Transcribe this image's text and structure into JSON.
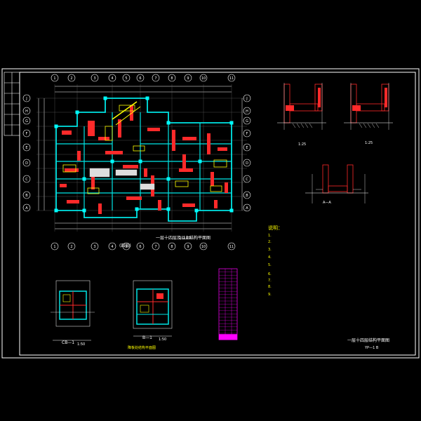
{
  "drawing": {
    "main_title": "一层十四层及以上结构平面图",
    "main_scale": "1:100",
    "main_subtitle": "(四层)",
    "detail_scale_1": "1:25",
    "detail_scale_2": "1:25",
    "section_mark": "A—A",
    "slab_label_1": "CB—1",
    "slab_label_1_scale": "1:50",
    "slab_label_2": "B—1",
    "slab_label_2_scale": "1:50",
    "small_plan_caption": "降板处结构平面图",
    "bottom_right_title": "一层十四层结构平面图",
    "bottom_right_code": "YP—1 B"
  },
  "axes_top": [
    "1",
    "2",
    "3",
    "4",
    "5",
    "6",
    "7",
    "8",
    "9",
    "10",
    "11"
  ],
  "axes_left": [
    "J",
    "H",
    "G",
    "F",
    "E",
    "D",
    "C",
    "B",
    "A"
  ],
  "notes": {
    "heading": "说明：",
    "lines": [
      "1. ",
      "2. ",
      "3. ",
      "4. ",
      "5. ",
      "6. ",
      "7. ",
      "8. ",
      "9. "
    ]
  },
  "colors": {
    "background": "#000000",
    "frame": "#ffffff",
    "walls": "#00e5e5",
    "beams": "#ff2a2a",
    "text": "#ffff00",
    "dims": "#ffffff",
    "table": "#ff00ff"
  }
}
